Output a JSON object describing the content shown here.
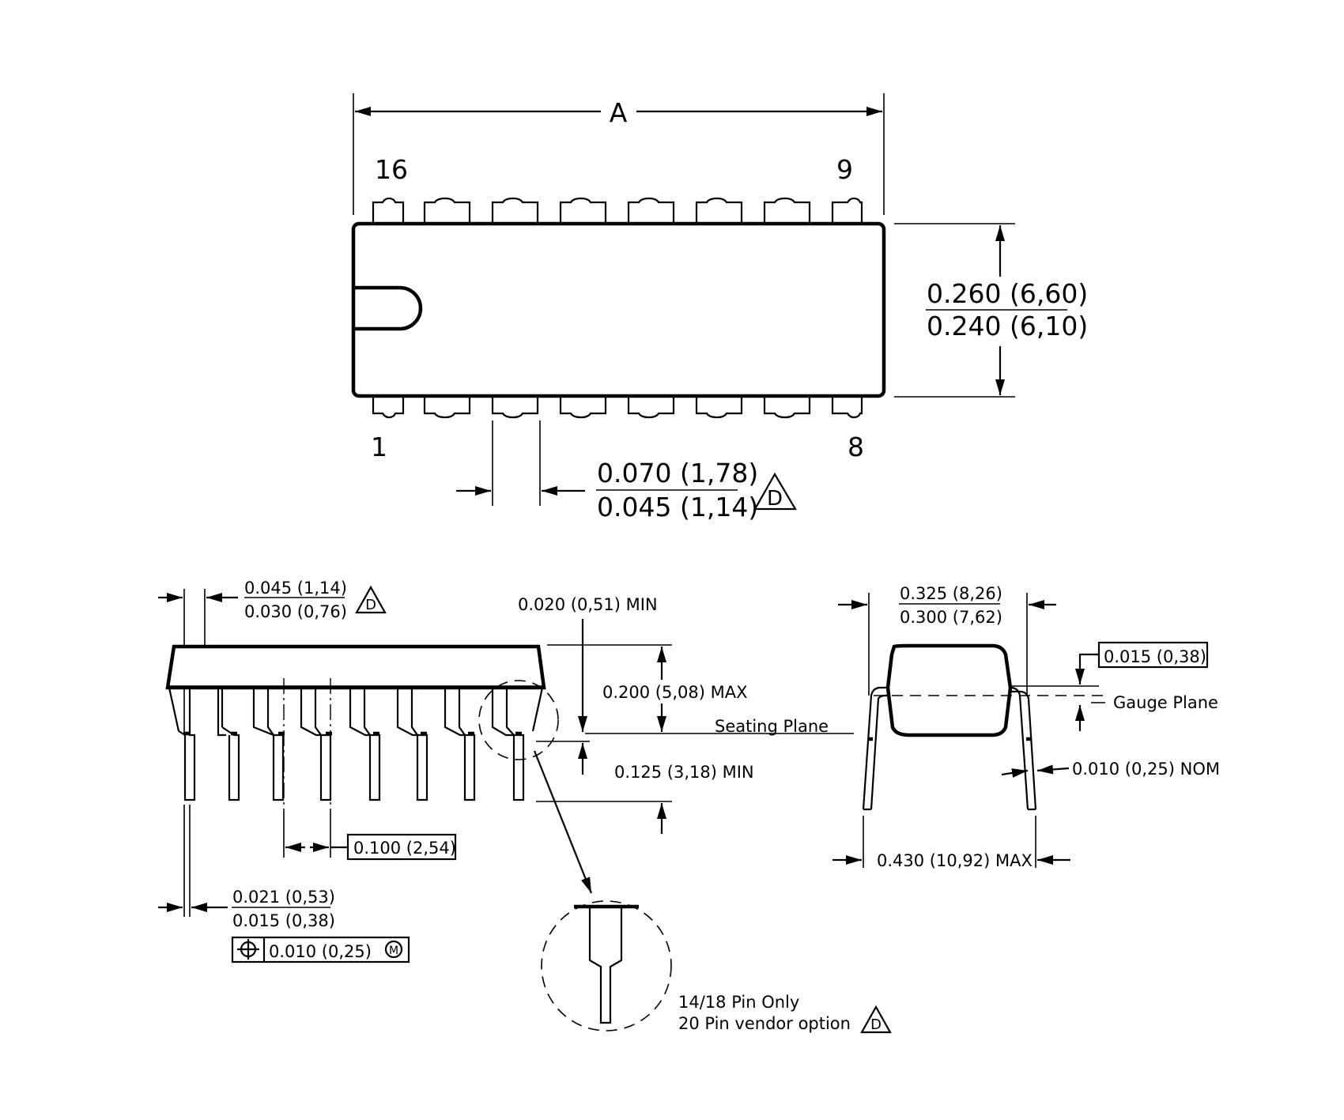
{
  "top_view": {
    "dim_a_label": "A",
    "pin_16": "16",
    "pin_9": "9",
    "pin_1": "1",
    "pin_8": "8",
    "width_max": "0.260 (6,60)",
    "width_min": "0.240 (6,10)",
    "pitch_upper": "0.070 (1,78)",
    "pitch_lower": "0.045 (1,14)",
    "note_ref": "D"
  },
  "side_view": {
    "end_lead_upper": "0.045 (1,14)",
    "end_lead_lower": "0.030 (0,76)",
    "end_lead_note": "D",
    "standoff_min": "0.020 (0,51) MIN",
    "height_max": "0.200 (5,08) MAX",
    "seating_plane": "Seating Plane",
    "lead_length_min": "0.125 (3,18) MIN",
    "pitch_box": "0.100 (2,54)",
    "lead_width_upper": "0.021 (0,53)",
    "lead_width_lower": "0.015 (0,38)",
    "position_tolerance": "0.010 (0,25)",
    "mmc_symbol": "M"
  },
  "detail": {
    "line1": "14/18 Pin Only",
    "line2": "20 Pin vendor option",
    "note_ref": "D"
  },
  "end_view": {
    "width_upper": "0.325 (8,26)",
    "width_lower": "0.300 (7,62)",
    "gauge_box": "0.015 (0,38)",
    "gauge_plane": "Gauge Plane",
    "lead_thickness": "0.010 (0,25) NOM",
    "span_max": "0.430 (10,92) MAX"
  }
}
